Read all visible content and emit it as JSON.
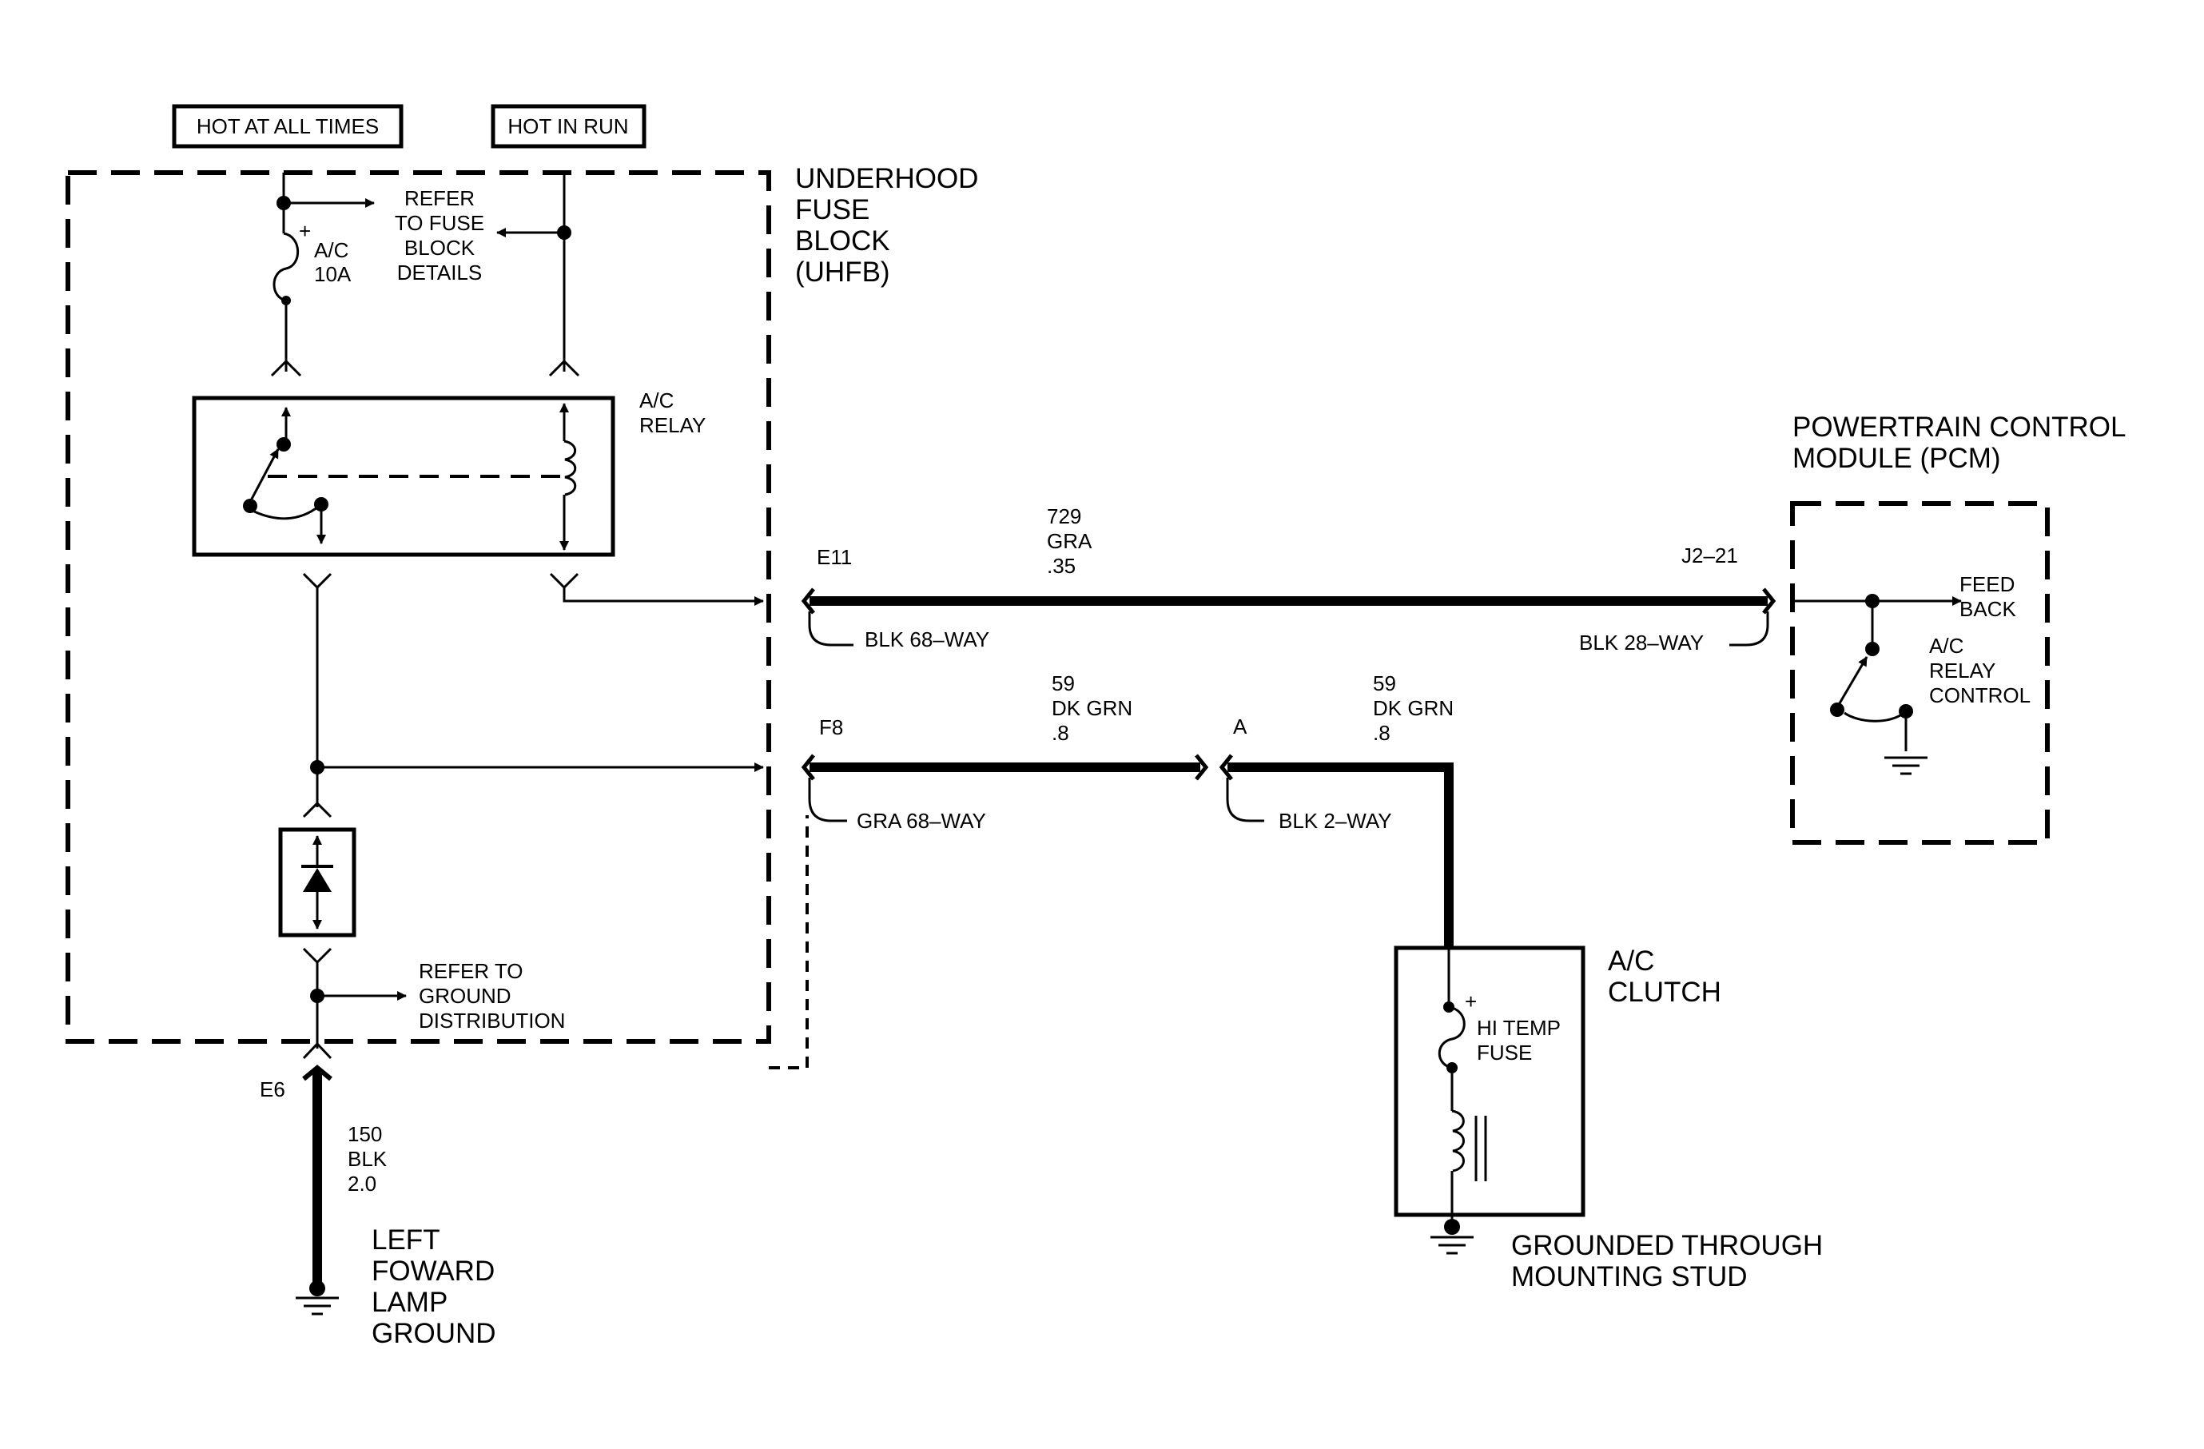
{
  "power_labels": {
    "hot_at_all_times": "HOT AT ALL TIMES",
    "hot_in_run": "HOT IN RUN"
  },
  "uhfb": {
    "title": [
      "UNDERHOOD",
      "FUSE",
      "BLOCK",
      "(UHFB)"
    ],
    "fuse": {
      "plus": "+",
      "name": "A/C",
      "rating": "10A"
    },
    "refer_fuse": [
      "REFER",
      "TO FUSE",
      "BLOCK",
      "DETAILS"
    ],
    "relay": [
      "A/C",
      "RELAY"
    ],
    "refer_ground": [
      "REFER TO",
      "GROUND",
      "DISTRIBUTION"
    ]
  },
  "pcm": {
    "title": [
      "POWERTRAIN CONTROL",
      "MODULE (PCM)"
    ],
    "feedback": [
      "FEED",
      "BACK"
    ],
    "relay_control": [
      "A/C",
      "RELAY",
      "CONTROL"
    ]
  },
  "circuit_729": {
    "from_pin": "E11",
    "to_pin": "J2–21",
    "wire": [
      "729",
      "GRA",
      ".35"
    ],
    "from_connector": "BLK 68–WAY",
    "to_connector": "BLK 28–WAY"
  },
  "circuit_59": {
    "from_pin": "F8",
    "inline_pin": "A",
    "wire_left": [
      "59",
      "DK GRN",
      ".8"
    ],
    "wire_right": [
      "59",
      "DK GRN",
      ".8"
    ],
    "from_connector": "GRA 68–WAY",
    "inline_connector": "BLK 2–WAY"
  },
  "clutch": {
    "title": [
      "A/C",
      "CLUTCH"
    ],
    "fuse_plus": "+",
    "fuse": [
      "HI TEMP",
      "FUSE"
    ],
    "ground_note": [
      "GROUNDED THROUGH",
      "MOUNTING STUD"
    ]
  },
  "ground_circuit": {
    "pin": "E6",
    "wire": [
      "150",
      "BLK",
      "2.0"
    ],
    "destination": [
      "LEFT",
      "FOWARD",
      "LAMP",
      "GROUND"
    ]
  }
}
